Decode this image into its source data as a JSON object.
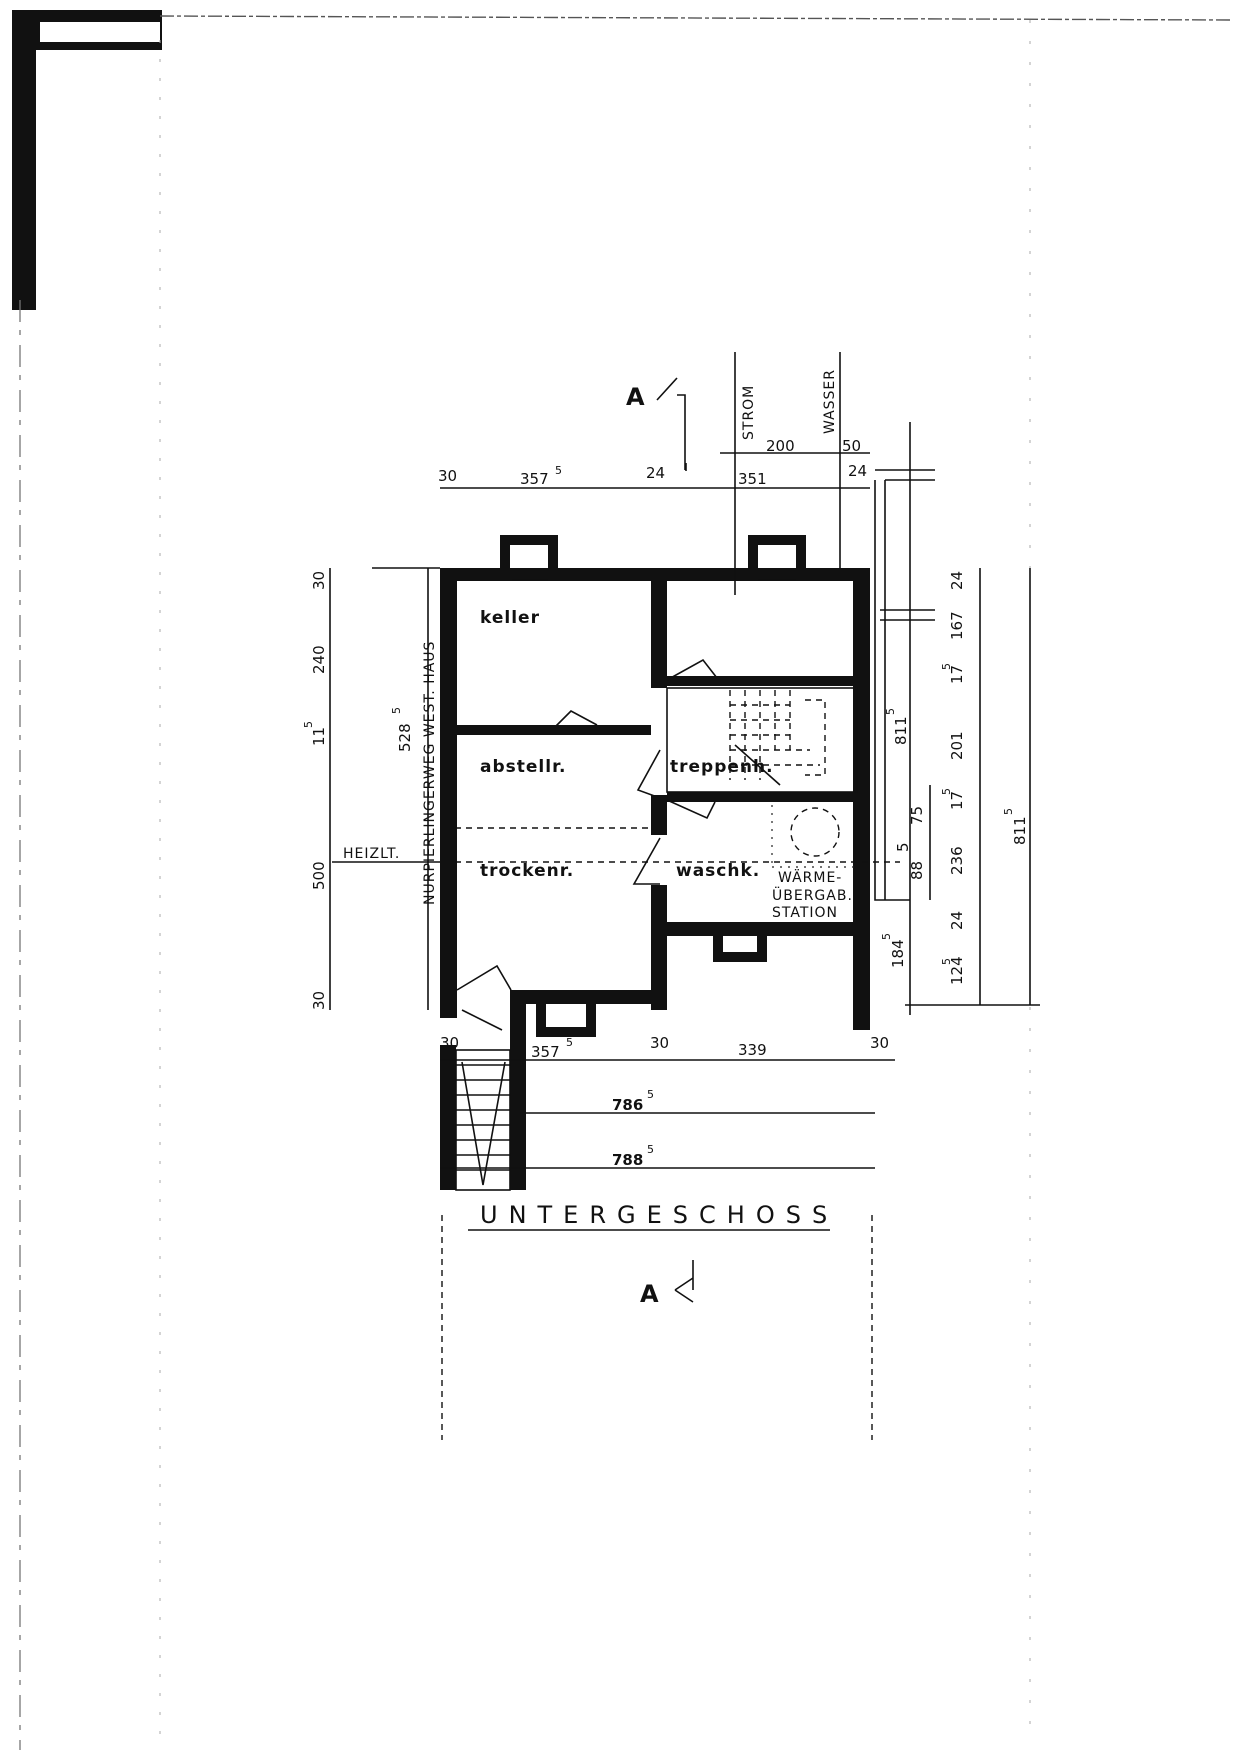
{
  "rooms": {
    "keller": "keller",
    "abstellr": "abstellr.",
    "treppenh": "treppenh.",
    "trockenr": "trockenr.",
    "waschk": "waschk.",
    "waerme_l1": "WÄRME-",
    "waerme_l2": "ÜBERGAB.",
    "waerme_l3": "STATION"
  },
  "labels": {
    "section_top": "A",
    "section_bottom": "A",
    "strom": "STROM",
    "wasser": "WASSER",
    "heizlt": "HEIZLT.",
    "street": "NURPIERLINGERWEG WEST. HAUS",
    "title": "UNTERGESCHOSS"
  },
  "dimensions": {
    "top": [
      "30",
      "357",
      "24",
      "351",
      "24"
    ],
    "top_sup": [
      "5"
    ],
    "top_upper": [
      "200",
      "50"
    ],
    "left": [
      "30",
      "240",
      "11",
      "500",
      "30"
    ],
    "left_sup": [
      "5"
    ],
    "left_total": "528",
    "left_total_sup": "5",
    "bottom": [
      "30",
      "357",
      "30",
      "339",
      "30"
    ],
    "bottom_sup": [
      "5"
    ],
    "total_1": "786",
    "total_1_sup": "5",
    "total_2": "788",
    "total_2_sup": "5",
    "right_inner": [
      "24",
      "167",
      "17",
      "201",
      "17",
      "236",
      "24",
      "124"
    ],
    "right_inner_sup": [
      "5",
      "5",
      "5"
    ],
    "right_small": [
      "75",
      "5",
      "88"
    ],
    "right_sub": "811",
    "right_sub_sup": "5",
    "right_184": "184",
    "right_184_sup": "5",
    "right_total": "811",
    "right_total_sup": "5"
  }
}
